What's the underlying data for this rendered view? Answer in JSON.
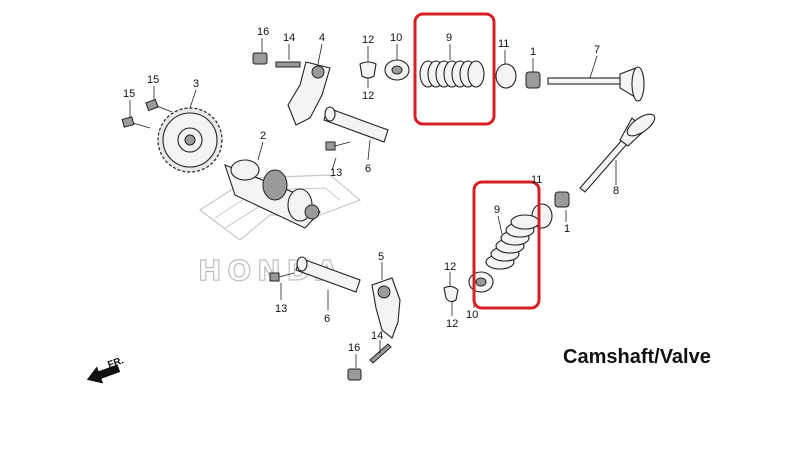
{
  "title": "Camshaft/Valve",
  "direction_label": "FR.",
  "watermark": "HONDA",
  "highlight_color": "#d61f26",
  "callouts": {
    "c16_top": "16",
    "c14_top": "14",
    "c4": "4",
    "c12_top_a": "12",
    "c12_top_b": "12",
    "c10_top": "10",
    "c9_top": "9",
    "c11_top": "11",
    "c1_top": "1",
    "c7": "7",
    "c15_a": "15",
    "c15_b": "15",
    "c3": "3",
    "c2": "2",
    "c13_top": "13",
    "c6_top": "6",
    "c11_bot": "11",
    "c8": "8",
    "c1_bot": "1",
    "c9_bot": "9",
    "c12_bot_a": "12",
    "c12_bot_b": "12",
    "c10_bot": "10",
    "c5": "5",
    "c13_bot": "13",
    "c6_bot": "6",
    "c14_bot": "14",
    "c16_bot": "16"
  }
}
